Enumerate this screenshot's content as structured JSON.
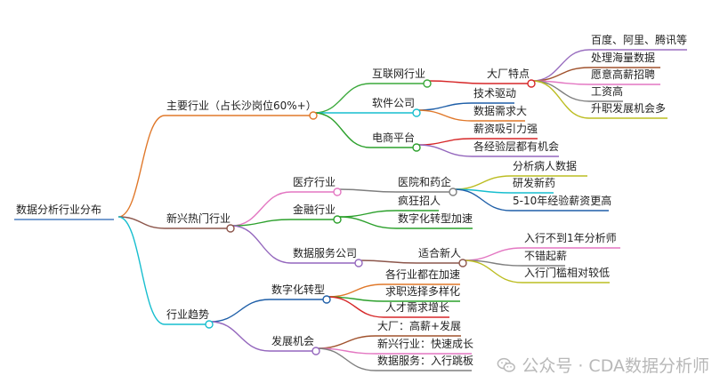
{
  "root": {
    "label": "数据分析行业分布",
    "color": "#4a7fc1"
  },
  "branches": [
    {
      "id": "main-industries",
      "label": "主要行业（占长沙岗位60%+）",
      "color": "#e0782a",
      "children": [
        {
          "id": "internet",
          "label": "互联网行业",
          "color": "#3aa83a",
          "children": [
            {
              "id": "big-tech",
              "label": "大厂特点",
              "color": "#d62728",
              "children": [
                {
                  "label": "百度、阿里、腾讯等",
                  "color": "#9a6fc0"
                },
                {
                  "label": "处理海量数据",
                  "color": "#a0522d"
                },
                {
                  "label": "愿意高薪招聘",
                  "color": "#e377c2"
                },
                {
                  "label": "工资高",
                  "color": "#7f7f7f"
                },
                {
                  "label": "升职发展机会多",
                  "color": "#bcbd22"
                }
              ]
            }
          ]
        },
        {
          "id": "software",
          "label": "软件公司",
          "color": "#17becf",
          "children": [
            {
              "label": "技术驱动",
              "color": "#1f5fa8"
            },
            {
              "label": "数据需求大",
              "color": "#e0782a"
            }
          ]
        },
        {
          "id": "ecommerce",
          "label": "电商平台",
          "color": "#2ca02c",
          "children": [
            {
              "label": "薪资吸引力强",
              "color": "#d62728"
            },
            {
              "label": "各经验层都有机会",
              "color": "#9467bd"
            }
          ]
        }
      ]
    },
    {
      "id": "emerging",
      "label": "新兴热门行业",
      "color": "#8c564b",
      "children": [
        {
          "id": "medical",
          "label": "医疗行业",
          "color": "#e377c2",
          "children": [
            {
              "id": "hospital",
              "label": "医院和药企",
              "color": "#7f7f7f",
              "children": [
                {
                  "label": "分析病人数据",
                  "color": "#bcbd22"
                },
                {
                  "label": "研发新药",
                  "color": "#17becf"
                },
                {
                  "label": "5-10年经验薪资更高",
                  "color": "#1f5fa8"
                }
              ]
            }
          ]
        },
        {
          "id": "finance",
          "label": "金融行业",
          "color": "#2ca02c",
          "children": [
            {
              "label": "疯狂招人",
              "color": "#2ca02c"
            },
            {
              "label": "数字化转型加速",
              "color": "#2ca02c"
            }
          ]
        },
        {
          "id": "data-service",
          "label": "数据服务公司",
          "color": "#9467bd",
          "children": [
            {
              "id": "newcomer",
              "label": "适合新人",
              "color": "#8c564b",
              "children": [
                {
                  "label": "入行不到1年分析师",
                  "color": "#e377c2"
                },
                {
                  "label": "不错起薪",
                  "color": "#7f7f7f"
                },
                {
                  "label": "入行门槛相对较低",
                  "color": "#bcbd22"
                }
              ]
            }
          ]
        }
      ]
    },
    {
      "id": "trends",
      "label": "行业趋势",
      "color": "#17becf",
      "children": [
        {
          "id": "digital",
          "label": "数字化转型",
          "color": "#1f5fa8",
          "children": [
            {
              "label": "各行业都在加速",
              "color": "#e0782a"
            },
            {
              "label": "求职选择多样化",
              "color": "#2ca02c"
            },
            {
              "label": "人才需求增长",
              "color": "#d62728"
            }
          ]
        },
        {
          "id": "opportunity",
          "label": "发展机会",
          "color": "#9467bd",
          "children": [
            {
              "label": "大厂：高薪+发展",
              "color": "#a0522d"
            },
            {
              "label": "新兴行业：快速成长",
              "color": "#e377c2"
            },
            {
              "label": "数据服务：入行跳板",
              "color": "#7f7f7f"
            }
          ]
        }
      ]
    }
  ],
  "watermark": {
    "text": "公众号 · CDA数据分析师",
    "icon": "wechat-icon"
  }
}
